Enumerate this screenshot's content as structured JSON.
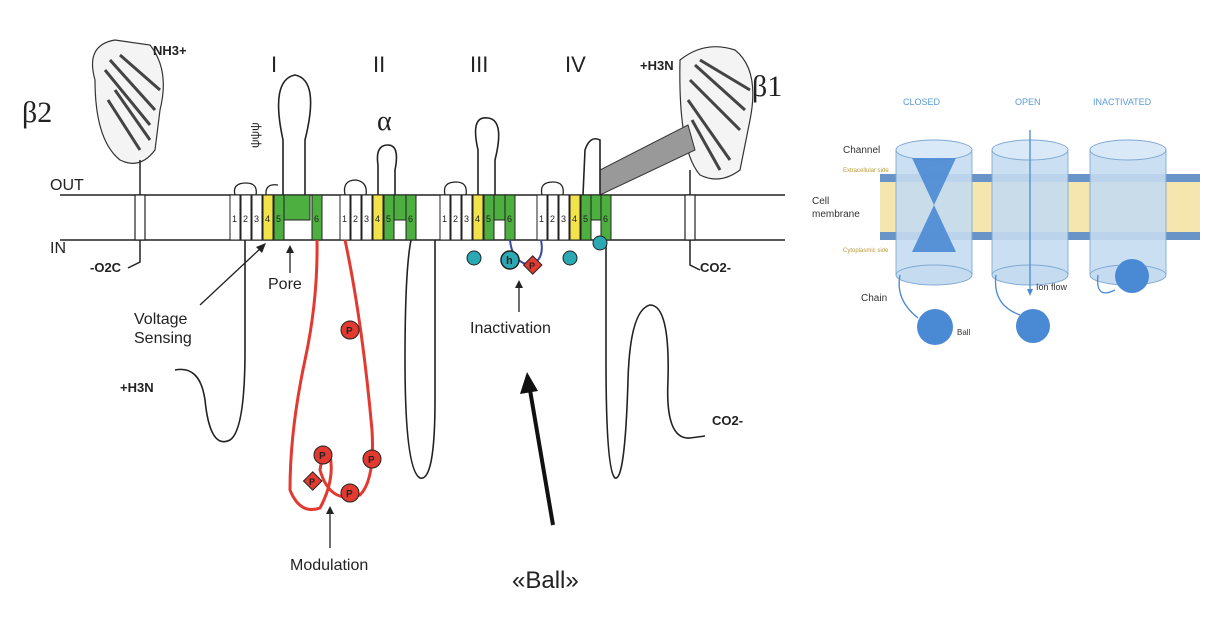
{
  "left_diagram": {
    "beta2": "β2",
    "beta1": "β1",
    "alpha": "α",
    "domains": [
      "I",
      "II",
      "III",
      "IV"
    ],
    "segment_numbers": [
      "1",
      "2",
      "3",
      "4",
      "5",
      "6"
    ],
    "out_label": "OUT",
    "in_label": "IN",
    "nh3_left": "NH3+",
    "nh3_right": "+H3N",
    "co2_left": "-O2C",
    "co2_right_top": "CO2-",
    "h3n_bottom": "+H3N",
    "co2_bottom": "CO2-",
    "pore": "Pore",
    "voltage_sensing_1": "Voltage",
    "voltage_sensing_2": "Sensing",
    "inactivation": "Inactivation",
    "modulation": "Modulation",
    "p_marker": "P",
    "h_marker": "h",
    "ball_caption": "«Ball»",
    "colors": {
      "green": "#4caf3f",
      "yellow": "#f2e34a",
      "red": "#e23a30",
      "teal": "#2aa9b5"
    }
  },
  "right_diagram": {
    "states": [
      "CLOSED",
      "OPEN",
      "INACTIVATED"
    ],
    "channel": "Channel",
    "extracellular": "Extracellular side",
    "cell_membrane_1": "Cell",
    "cell_membrane_2": "membrane",
    "cytoplasmic": "Cytoplasmic side",
    "chain": "Chain",
    "ball": "Ball",
    "ion_flow": "Ion flow",
    "colors": {
      "state_label": "#5b9bd5",
      "membrane_blue": "#4f81bd",
      "membrane_fill": "#f5e6b0",
      "cylinder": "#c5dcf0",
      "ball": "#4a8ad4"
    }
  }
}
